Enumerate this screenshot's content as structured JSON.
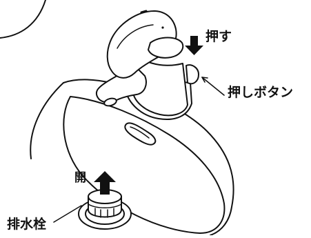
{
  "labels": {
    "push": "押す",
    "push_button": "押しボタン",
    "open": "開",
    "drain_plug": "排水栓"
  },
  "colors": {
    "line": "#111111",
    "fill": "#ffffff"
  }
}
